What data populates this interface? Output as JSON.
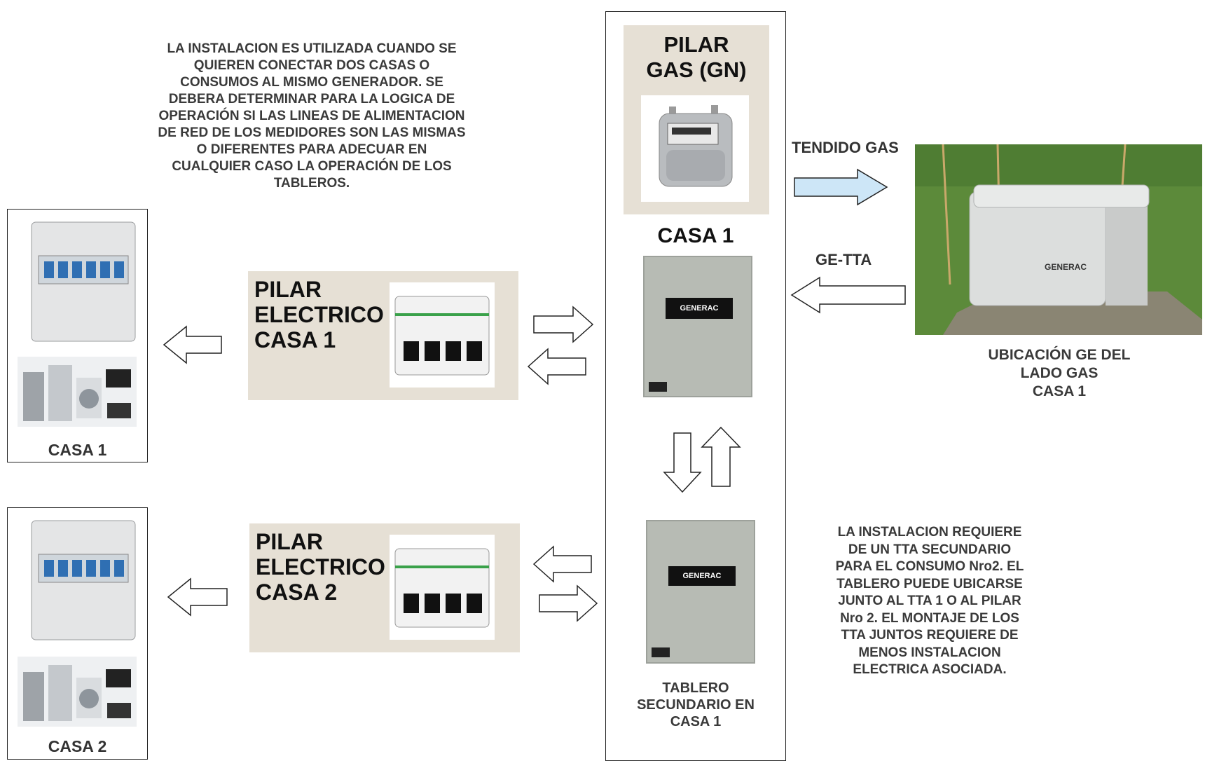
{
  "notes": {
    "top": "LA INSTALACION ES UTILIZADA CUANDO SE\nQUIEREN CONECTAR DOS CASAS O\nCONSUMOS AL MISMO GENERADOR. SE\nDEBERA DETERMINAR PARA LA LOGICA DE\nOPERACIÓN SI LAS LINEAS DE ALIMENTACION\nDE RED DE LOS MEDIDORES SON LAS MISMAS\nO DIFERENTES PARA ADECUAR EN\nCUALQUIER CASO LA OPERACIÓN DE LOS\nTABLEROS.",
    "bottom": "LA INSTALACION REQUIERE\nDE UN TTA SECUNDARIO\nPARA EL CONSUMO Nro2. EL\nTABLERO PUEDE UBICARSE\nJUNTO AL TTA 1 O AL PILAR\nNro 2. EL MONTAJE DE LOS\nTTA JUNTOS REQUIERE DE\nMENOS INSTALACION\nELECTRICA ASOCIADA."
  },
  "pilar_gas": {
    "title": "PILAR\nGAS (GN)"
  },
  "center": {
    "casa1_label": "CASA 1",
    "tta_brand": "GENERAC",
    "secondary_brand": "GENERAC",
    "secondary_caption": "TABLERO\nSECUNDARIO EN\nCASA 1"
  },
  "pilar_electrico_1": {
    "title": "PILAR\nELECTRICO\nCASA 1"
  },
  "pilar_electrico_2": {
    "title": "PILAR\nELECTRICO\nCASA 2"
  },
  "casa1_panel": {
    "caption": "CASA 1"
  },
  "casa2_panel": {
    "caption": "CASA 2"
  },
  "generator": {
    "tendido_label": "TENDIDO GAS",
    "ge_tta_label": "GE-TTA",
    "brand": "GENERAC",
    "caption": "UBICACIÓN GE DEL\nLADO GAS\nCASA 1"
  },
  "colors": {
    "gas_arrow": "#cde6f7",
    "beige": "#e6e0d5"
  }
}
